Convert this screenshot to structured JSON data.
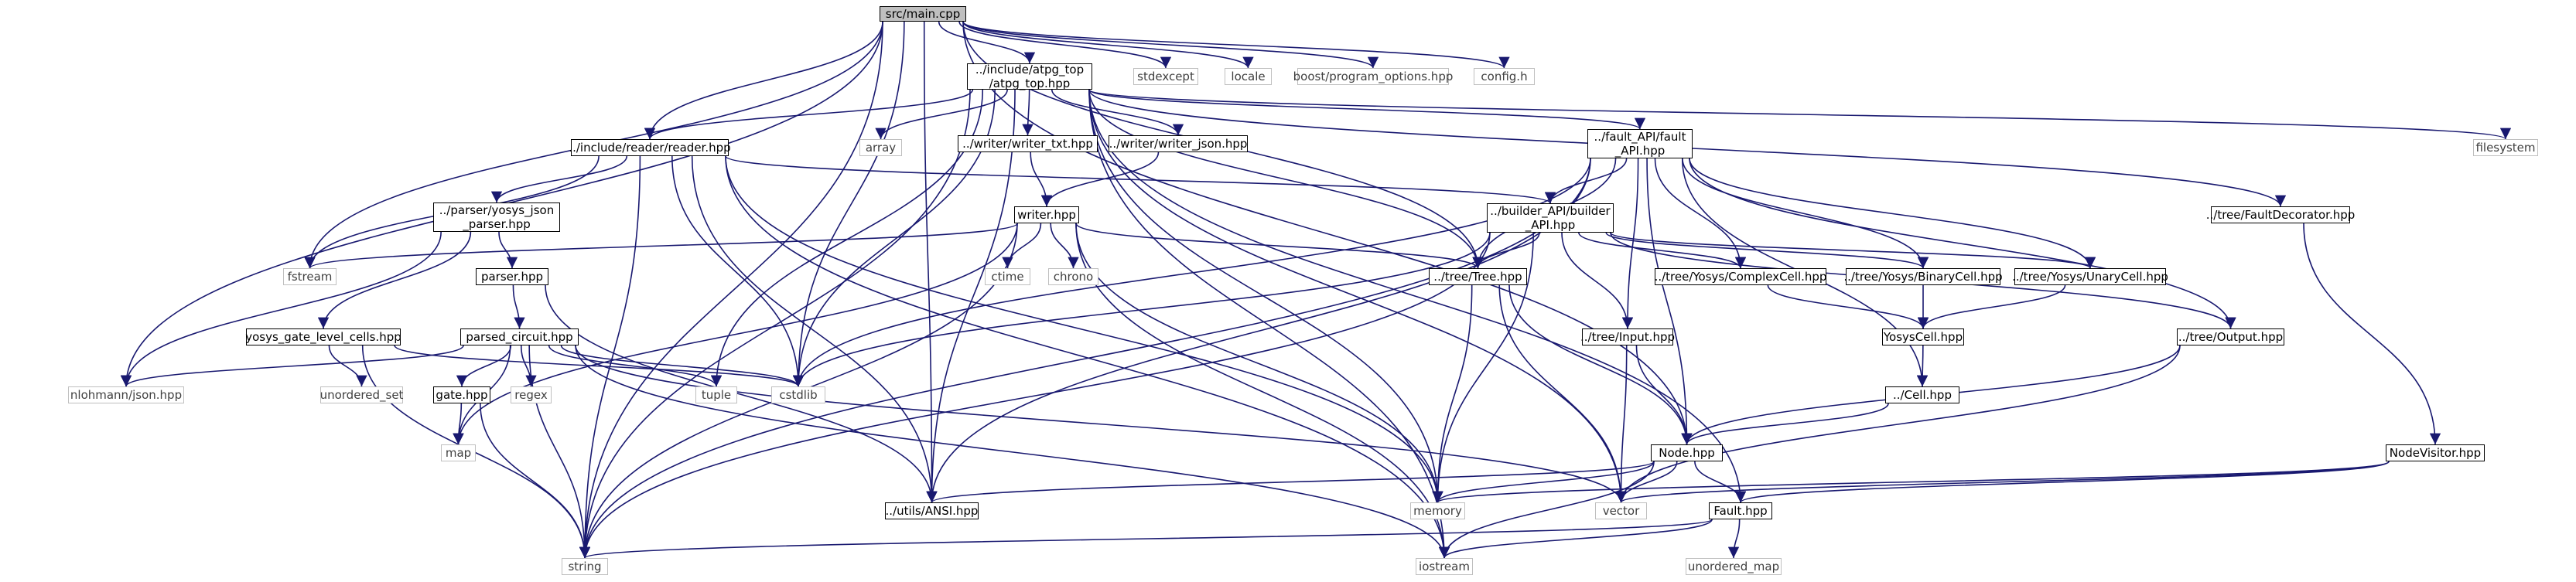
{
  "graph": {
    "edge_color": "#191970",
    "node_border": "#000000",
    "external_node_border": "#bfbfbf",
    "root_fill": "#bfbfbf",
    "nodes": [
      {
        "id": "main",
        "lines": [
          "src/main.cpp"
        ],
        "kind": "root"
      },
      {
        "id": "atpg",
        "lines": [
          "../include/atpg_top",
          "/atpg_top.hpp"
        ],
        "kind": "file"
      },
      {
        "id": "stdexcept",
        "lines": [
          "stdexcept"
        ],
        "kind": "system"
      },
      {
        "id": "locale",
        "lines": [
          "locale"
        ],
        "kind": "system"
      },
      {
        "id": "boostpo",
        "lines": [
          "boost/program_options.hpp"
        ],
        "kind": "system"
      },
      {
        "id": "config",
        "lines": [
          "config.h"
        ],
        "kind": "system"
      },
      {
        "id": "reader",
        "lines": [
          "../include/reader/reader.hpp"
        ],
        "kind": "file"
      },
      {
        "id": "array",
        "lines": [
          "array"
        ],
        "kind": "system"
      },
      {
        "id": "writer_txt",
        "lines": [
          "../writer/writer_txt.hpp"
        ],
        "kind": "file"
      },
      {
        "id": "writer_json",
        "lines": [
          "../writer/writer_json.hpp"
        ],
        "kind": "file"
      },
      {
        "id": "faultapi",
        "lines": [
          "../fault_API/fault",
          "_API.hpp"
        ],
        "kind": "file"
      },
      {
        "id": "filesystem",
        "lines": [
          "filesystem"
        ],
        "kind": "system"
      },
      {
        "id": "faultdec",
        "lines": [
          "../tree/FaultDecorator.hpp"
        ],
        "kind": "file"
      },
      {
        "id": "yosys_json",
        "lines": [
          "../parser/yosys_json",
          "_parser.hpp"
        ],
        "kind": "file"
      },
      {
        "id": "writer",
        "lines": [
          "writer.hpp"
        ],
        "kind": "file"
      },
      {
        "id": "builder",
        "lines": [
          "../builder_API/builder",
          "_API.hpp"
        ],
        "kind": "file"
      },
      {
        "id": "fstream",
        "lines": [
          "fstream"
        ],
        "kind": "system"
      },
      {
        "id": "ctime",
        "lines": [
          "ctime"
        ],
        "kind": "system"
      },
      {
        "id": "chrono",
        "lines": [
          "chrono"
        ],
        "kind": "system"
      },
      {
        "id": "tree",
        "lines": [
          "../tree/Tree.hpp"
        ],
        "kind": "file"
      },
      {
        "id": "complexcell",
        "lines": [
          "../tree/Yosys/ComplexCell.hpp"
        ],
        "kind": "file"
      },
      {
        "id": "binarycell",
        "lines": [
          "../tree/Yosys/BinaryCell.hpp"
        ],
        "kind": "file"
      },
      {
        "id": "unarycell",
        "lines": [
          "../tree/Yosys/UnaryCell.hpp"
        ],
        "kind": "file"
      },
      {
        "id": "parser",
        "lines": [
          "parser.hpp"
        ],
        "kind": "file"
      },
      {
        "id": "yosysgate",
        "lines": [
          "yosys_gate_level_cells.hpp"
        ],
        "kind": "file"
      },
      {
        "id": "parsedcircuit",
        "lines": [
          "parsed_circuit.hpp"
        ],
        "kind": "file"
      },
      {
        "id": "yosyscell",
        "lines": [
          "YosysCell.hpp"
        ],
        "kind": "file"
      },
      {
        "id": "input",
        "lines": [
          "../tree/Input.hpp"
        ],
        "kind": "file"
      },
      {
        "id": "output",
        "lines": [
          "../tree/Output.hpp"
        ],
        "kind": "file"
      },
      {
        "id": "nlohmann",
        "lines": [
          "nlohmann/json.hpp"
        ],
        "kind": "system"
      },
      {
        "id": "unordered_set",
        "lines": [
          "unordered_set"
        ],
        "kind": "system"
      },
      {
        "id": "gate",
        "lines": [
          "gate.hpp"
        ],
        "kind": "file"
      },
      {
        "id": "regex",
        "lines": [
          "regex"
        ],
        "kind": "system"
      },
      {
        "id": "tuple",
        "lines": [
          "tuple"
        ],
        "kind": "system"
      },
      {
        "id": "cstdlib",
        "lines": [
          "cstdlib"
        ],
        "kind": "system"
      },
      {
        "id": "cell",
        "lines": [
          "../Cell.hpp"
        ],
        "kind": "file"
      },
      {
        "id": "map",
        "lines": [
          "map"
        ],
        "kind": "system"
      },
      {
        "id": "nodehpp",
        "lines": [
          "Node.hpp"
        ],
        "kind": "file"
      },
      {
        "id": "nodevisitor",
        "lines": [
          "NodeVisitor.hpp"
        ],
        "kind": "file"
      },
      {
        "id": "ansi",
        "lines": [
          "../utils/ANSI.hpp"
        ],
        "kind": "file"
      },
      {
        "id": "memory",
        "lines": [
          "memory"
        ],
        "kind": "system"
      },
      {
        "id": "vector",
        "lines": [
          "vector"
        ],
        "kind": "system"
      },
      {
        "id": "faulthpp",
        "lines": [
          "Fault.hpp"
        ],
        "kind": "file"
      },
      {
        "id": "string",
        "lines": [
          "string"
        ],
        "kind": "system"
      },
      {
        "id": "iostream",
        "lines": [
          "iostream"
        ],
        "kind": "system"
      },
      {
        "id": "unordered_map",
        "lines": [
          "unordered_map"
        ],
        "kind": "system"
      }
    ],
    "edges": [
      [
        "main",
        "atpg"
      ],
      [
        "main",
        "stdexcept"
      ],
      [
        "main",
        "locale"
      ],
      [
        "main",
        "boostpo"
      ],
      [
        "main",
        "config"
      ],
      [
        "main",
        "reader"
      ],
      [
        "main",
        "fstream"
      ],
      [
        "main",
        "nlohmann"
      ],
      [
        "main",
        "string"
      ],
      [
        "main",
        "ansi"
      ],
      [
        "main",
        "cstdlib"
      ],
      [
        "main",
        "tree"
      ],
      [
        "main",
        "nodehpp"
      ],
      [
        "atpg",
        "array"
      ],
      [
        "atpg",
        "reader"
      ],
      [
        "atpg",
        "writer_txt"
      ],
      [
        "atpg",
        "writer_json"
      ],
      [
        "atpg",
        "faultapi"
      ],
      [
        "atpg",
        "filesystem"
      ],
      [
        "atpg",
        "faultdec"
      ],
      [
        "atpg",
        "tree"
      ],
      [
        "atpg",
        "tuple"
      ],
      [
        "atpg",
        "cstdlib"
      ],
      [
        "atpg",
        "ansi"
      ],
      [
        "atpg",
        "memory"
      ],
      [
        "atpg",
        "string"
      ],
      [
        "atpg",
        "vector"
      ],
      [
        "atpg",
        "faulthpp"
      ],
      [
        "atpg",
        "iostream"
      ],
      [
        "reader",
        "yosys_json"
      ],
      [
        "reader",
        "builder"
      ],
      [
        "reader",
        "fstream"
      ],
      [
        "reader",
        "string"
      ],
      [
        "reader",
        "cstdlib"
      ],
      [
        "reader",
        "ansi"
      ],
      [
        "reader",
        "memory"
      ],
      [
        "reader",
        "iostream"
      ],
      [
        "writer_txt",
        "writer"
      ],
      [
        "writer_json",
        "writer"
      ],
      [
        "writer",
        "ctime"
      ],
      [
        "writer",
        "chrono"
      ],
      [
        "writer",
        "tree"
      ],
      [
        "writer",
        "fstream"
      ],
      [
        "writer",
        "map"
      ],
      [
        "writer",
        "string"
      ],
      [
        "writer",
        "iostream"
      ],
      [
        "writer",
        "memory"
      ],
      [
        "faultapi",
        "builder"
      ],
      [
        "faultapi",
        "tree"
      ],
      [
        "faultapi",
        "complexcell"
      ],
      [
        "faultapi",
        "binarycell"
      ],
      [
        "faultapi",
        "unarycell"
      ],
      [
        "faultapi",
        "input"
      ],
      [
        "faultapi",
        "output"
      ],
      [
        "faultapi",
        "cell"
      ],
      [
        "faultapi",
        "nodehpp"
      ],
      [
        "faultapi",
        "ansi"
      ],
      [
        "faultapi",
        "string"
      ],
      [
        "faultapi",
        "cstdlib"
      ],
      [
        "faultdec",
        "nodevisitor"
      ],
      [
        "yosys_json",
        "parser"
      ],
      [
        "yosys_json",
        "yosysgate"
      ],
      [
        "yosys_json",
        "nlohmann"
      ],
      [
        "builder",
        "tree"
      ],
      [
        "builder",
        "complexcell"
      ],
      [
        "builder",
        "binarycell"
      ],
      [
        "builder",
        "unarycell"
      ],
      [
        "builder",
        "input"
      ],
      [
        "builder",
        "output"
      ],
      [
        "builder",
        "cstdlib"
      ],
      [
        "builder",
        "memory"
      ],
      [
        "builder",
        "string"
      ],
      [
        "tree",
        "nodehpp"
      ],
      [
        "tree",
        "memory"
      ],
      [
        "tree",
        "vector"
      ],
      [
        "complexcell",
        "yosyscell"
      ],
      [
        "binarycell",
        "yosyscell"
      ],
      [
        "unarycell",
        "yosyscell"
      ],
      [
        "parser",
        "parsedcircuit"
      ],
      [
        "parser",
        "ansi"
      ],
      [
        "yosysgate",
        "unordered_set"
      ],
      [
        "yosysgate",
        "string"
      ],
      [
        "yosysgate",
        "cstdlib"
      ],
      [
        "parsedcircuit",
        "gate"
      ],
      [
        "parsedcircuit",
        "regex"
      ],
      [
        "parsedcircuit",
        "tuple"
      ],
      [
        "parsedcircuit",
        "cstdlib"
      ],
      [
        "parsedcircuit",
        "map"
      ],
      [
        "parsedcircuit",
        "nlohmann"
      ],
      [
        "parsedcircuit",
        "string"
      ],
      [
        "parsedcircuit",
        "iostream"
      ],
      [
        "parsedcircuit",
        "vector"
      ],
      [
        "gate",
        "map"
      ],
      [
        "gate",
        "string"
      ],
      [
        "yosyscell",
        "cell"
      ],
      [
        "cell",
        "nodehpp"
      ],
      [
        "input",
        "nodehpp"
      ],
      [
        "input",
        "vector"
      ],
      [
        "output",
        "nodehpp"
      ],
      [
        "output",
        "vector"
      ],
      [
        "nodehpp",
        "ansi"
      ],
      [
        "nodehpp",
        "memory"
      ],
      [
        "nodehpp",
        "vector"
      ],
      [
        "nodehpp",
        "faulthpp"
      ],
      [
        "nodehpp",
        "iostream"
      ],
      [
        "nodevisitor",
        "memory"
      ],
      [
        "nodevisitor",
        "vector"
      ],
      [
        "nodevisitor",
        "faulthpp"
      ],
      [
        "faulthpp",
        "string"
      ],
      [
        "faulthpp",
        "iostream"
      ],
      [
        "faulthpp",
        "unordered_map"
      ]
    ]
  }
}
